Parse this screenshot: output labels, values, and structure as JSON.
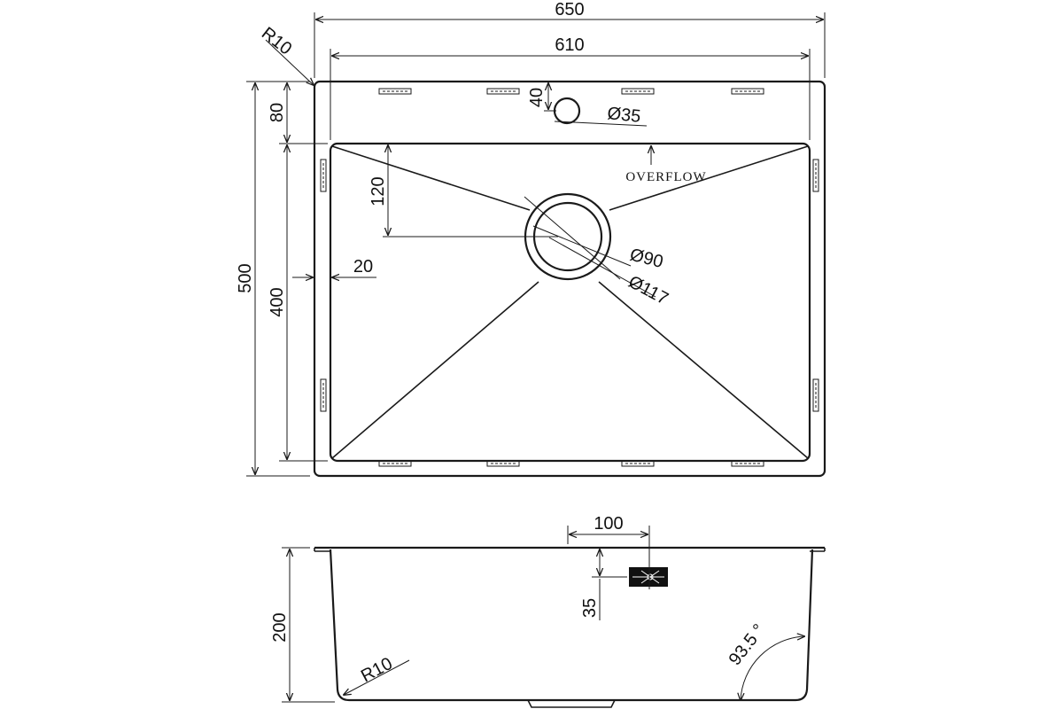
{
  "drawing": {
    "top_view": {
      "overall_width": "650",
      "bowl_width": "610",
      "overall_depth": "500",
      "bowl_depth": "400",
      "rear_deck": "80",
      "tap_hole_offset": "40",
      "tap_hole_diameter": "Ø35",
      "corner_radius": "R10",
      "drain_offset": "120",
      "side_rim": "20",
      "drain_inner_diameter": "Ø90",
      "drain_outer_diameter": "Ø117",
      "overflow_label": "OVERFLOW"
    },
    "side_view": {
      "overflow_offset": "100",
      "overflow_height": "35",
      "bowl_height": "200",
      "bottom_radius": "R10",
      "wall_angle": "93.5 °"
    }
  },
  "colors": {
    "line": "#1a1a1a",
    "background": "#ffffff"
  }
}
